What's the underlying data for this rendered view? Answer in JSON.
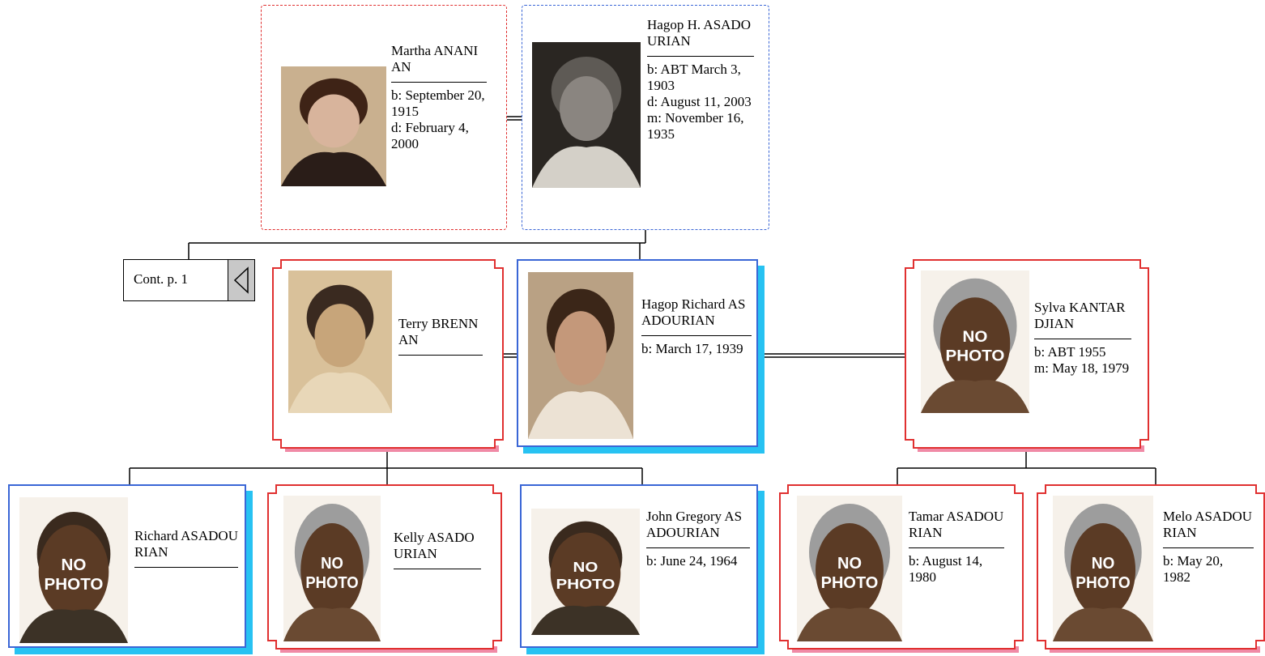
{
  "continuation": {
    "label": "Cont. p. 1",
    "icon": "triangle-left-icon"
  },
  "people": {
    "martha": {
      "name": "Martha ANANIAN",
      "facts": [
        "b: September 20, 1915",
        "d: February 4, 2000"
      ],
      "photo": "photo"
    },
    "hagop_h": {
      "name": "Hagop H. ASADOURIAN",
      "facts": [
        "b: ABT  March 3, 1903",
        "d: August 11, 2003",
        "m: November 16, 1935"
      ],
      "photo": "photo"
    },
    "terry": {
      "name": "Terry BRENNAN",
      "facts": [],
      "photo": "photo"
    },
    "hagop_r": {
      "name": "Hagop Richard ASADOURIAN",
      "facts": [
        "b: March 17, 1939"
      ],
      "photo": "photo"
    },
    "sylva": {
      "name": "Sylva KANTARDJIAN",
      "facts": [
        "b: ABT  1955",
        "m: May 18, 1979"
      ],
      "photo": "no-photo"
    },
    "richard": {
      "name": "Richard ASADOURIAN",
      "facts": [],
      "photo": "no-photo"
    },
    "kelly": {
      "name": "Kelly ASADOURIAN",
      "facts": [],
      "photo": "no-photo"
    },
    "john": {
      "name": "John Gregory ASADOURIAN",
      "facts": [
        "b: June 24, 1964"
      ],
      "photo": "no-photo"
    },
    "tamar": {
      "name": "Tamar ASADOURIAN",
      "facts": [
        "b: August 14, 1980"
      ],
      "photo": "no-photo"
    },
    "melo": {
      "name": "Melo ASADOURIAN",
      "facts": [
        "b: May 20, 1982"
      ],
      "photo": "no-photo"
    }
  },
  "no_photo_label": [
    "NO",
    "PHOTO"
  ],
  "colors": {
    "female_frame": "#e03030",
    "male_frame": "#3a66d6",
    "male_shadow": "#27c2f2",
    "female_shadow": "#f08aa6"
  }
}
